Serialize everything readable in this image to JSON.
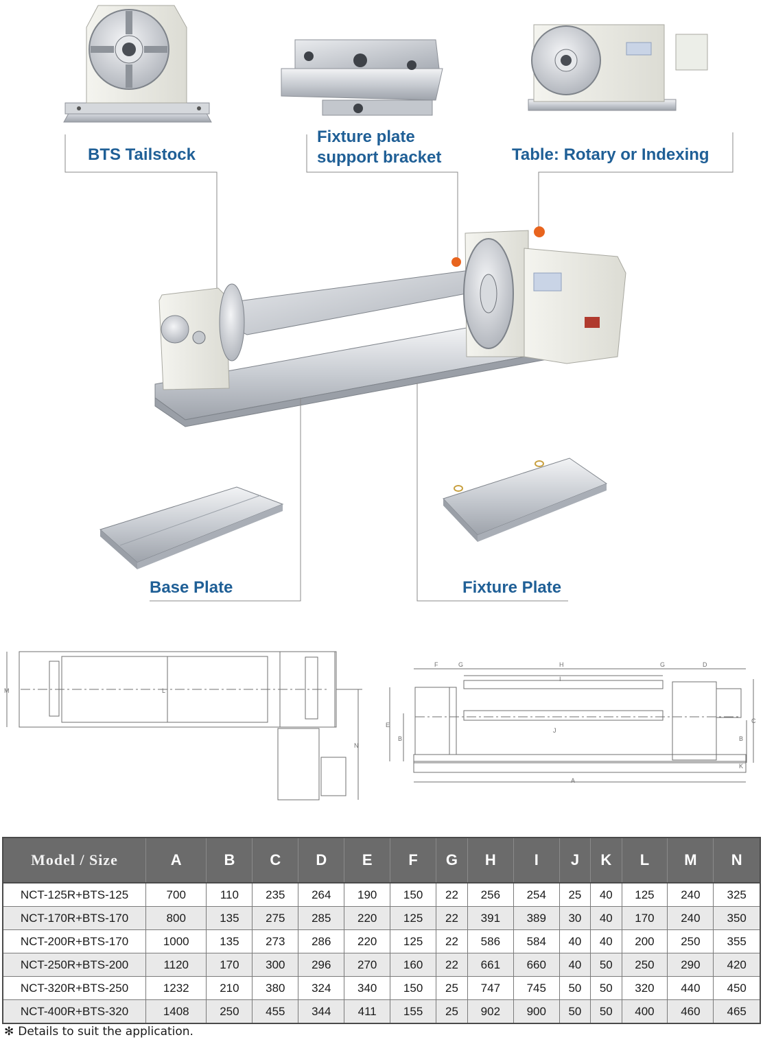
{
  "callouts": {
    "bts_tailstock": "BTS Tailstock",
    "fixture_bracket_line1": "Fixture plate",
    "fixture_bracket_line2": "support bracket",
    "table_rotary": "Table: Rotary or Indexing",
    "base_plate": "Base Plate",
    "fixture_plate": "Fixture Plate"
  },
  "side_view_dims": {
    "f": "F",
    "g1": "G",
    "h": "H",
    "g2": "G",
    "d": "D",
    "i": "I",
    "j": "J",
    "e": "E",
    "b_left": "B",
    "c": "C",
    "b_right": "B",
    "k": "K",
    "a": "A"
  },
  "top_view_dims": {
    "m": "M",
    "l": "L",
    "n": "N"
  },
  "table": {
    "headers": [
      "Model / Size",
      "A",
      "B",
      "C",
      "D",
      "E",
      "F",
      "G",
      "H",
      "I",
      "J",
      "K",
      "L",
      "M",
      "N"
    ],
    "rows": [
      [
        "NCT-125R+BTS-125",
        "700",
        "110",
        "235",
        "264",
        "190",
        "150",
        "22",
        "256",
        "254",
        "25",
        "40",
        "125",
        "240",
        "325"
      ],
      [
        "NCT-170R+BTS-170",
        "800",
        "135",
        "275",
        "285",
        "220",
        "125",
        "22",
        "391",
        "389",
        "30",
        "40",
        "170",
        "240",
        "350"
      ],
      [
        "NCT-200R+BTS-170",
        "1000",
        "135",
        "273",
        "286",
        "220",
        "125",
        "22",
        "586",
        "584",
        "40",
        "40",
        "200",
        "250",
        "355"
      ],
      [
        "NCT-250R+BTS-200",
        "1120",
        "170",
        "300",
        "296",
        "270",
        "160",
        "22",
        "661",
        "660",
        "40",
        "50",
        "250",
        "290",
        "420"
      ],
      [
        "NCT-320R+BTS-250",
        "1232",
        "210",
        "380",
        "324",
        "340",
        "150",
        "25",
        "747",
        "745",
        "50",
        "50",
        "320",
        "440",
        "450"
      ],
      [
        "NCT-400R+BTS-320",
        "1408",
        "250",
        "455",
        "344",
        "411",
        "155",
        "25",
        "902",
        "900",
        "50",
        "50",
        "400",
        "460",
        "465"
      ]
    ]
  },
  "footnote": {
    "mark": "✻",
    "text": "Details to suit the application."
  },
  "colors": {
    "label_blue": "#1f5f96",
    "accent_orange": "#e8641e",
    "header_gray": "#6b6b6b"
  }
}
